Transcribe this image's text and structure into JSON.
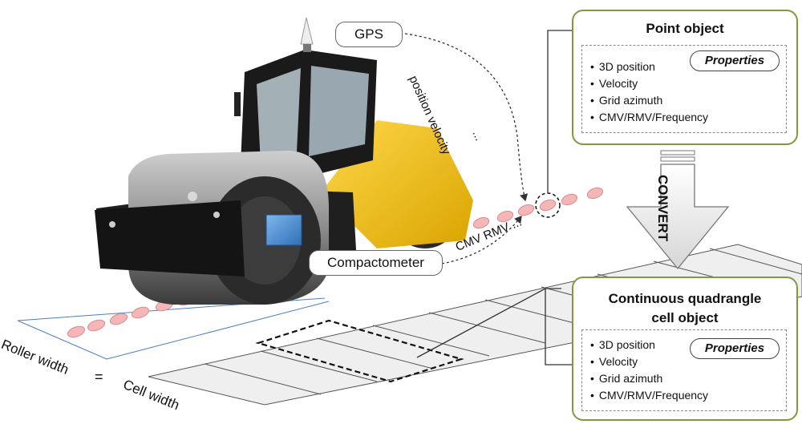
{
  "gps_label": "GPS",
  "gps_flow_label": "position velocity",
  "gps_flow_ellipsis": "...",
  "compactometer_label": "Compactometer",
  "compactometer_flow_label": "CMV RMV ...",
  "convert_label": "CONVERT",
  "roller_width_label": "Roller width",
  "equals_label": "=",
  "cell_width_label": "Cell width",
  "point_object": {
    "title": "Point object",
    "properties_label": "Properties",
    "items": [
      "3D position",
      "Velocity",
      "Grid azimuth",
      "CMV/RMV/Frequency"
    ]
  },
  "cell_object": {
    "title_line1": "Continuous quadrangle",
    "title_line2": "cell object",
    "properties_label": "Properties",
    "items": [
      "3D position",
      "Velocity",
      "Grid azimuth",
      "CMV/RMV/Frequency"
    ]
  },
  "colors": {
    "panel_border": "#7f9a3d",
    "roller_body": "#f2c21b",
    "drum": "#2b2b2b",
    "point_fill": "#f4b6b6",
    "sensor": "#4a86c8"
  }
}
